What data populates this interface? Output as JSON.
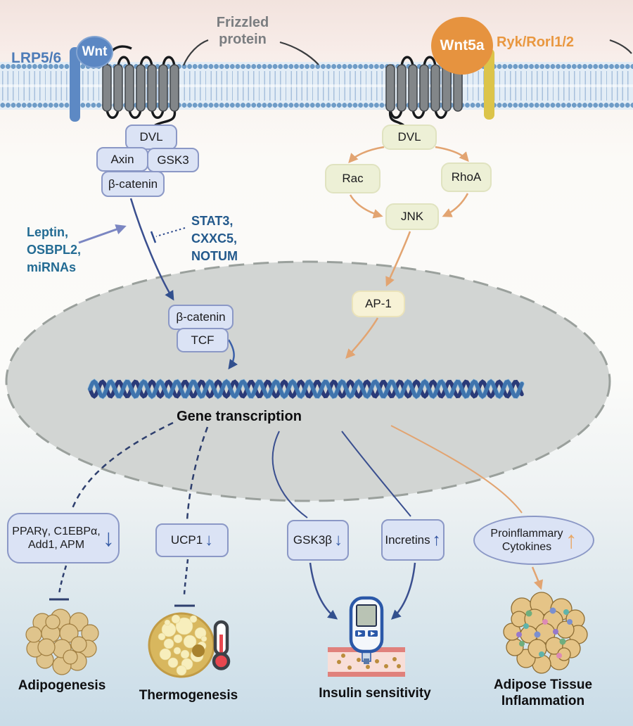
{
  "membrane_labels": {
    "lrp56": "LRP5/6",
    "wnt": "Wnt",
    "frizzled": [
      "Frizzled",
      "protein"
    ],
    "wnt5a": "Wnt5a",
    "ryk": "Ryk/Rorl1/2"
  },
  "canonical_pathway": {
    "dvl": "DVL",
    "axin": "Axin",
    "gsk3": "GSK3",
    "beta_catenin": "β-catenin",
    "activators": [
      "Leptin,",
      "OSBPL2,",
      "miRNAs"
    ],
    "inhibitors": [
      "STAT3,",
      "CXXC5,",
      "NOTUM"
    ]
  },
  "noncanonical_pathway": {
    "dvl": "DVL",
    "rac": "Rac",
    "rhoa": "RhoA",
    "jnk": "JNK",
    "ap1": "AP-1"
  },
  "nucleus": {
    "beta_catenin": "β-catenin",
    "tcf": "TCF",
    "caption": "Gene transcription"
  },
  "outcomes": {
    "adipogenic_genes": {
      "lines": [
        "PPARγ, C1EBPα,",
        "Add1, APM"
      ],
      "direction": "↓"
    },
    "ucp1": {
      "label": "UCP1",
      "direction": "↓"
    },
    "gsk3b": {
      "label": "GSK3β",
      "direction": "↓"
    },
    "incretins": {
      "label": "Incretins",
      "direction": "↑"
    },
    "cytokines": {
      "lines": [
        "Proinflammary",
        "Cytokines"
      ],
      "direction": "↑"
    }
  },
  "processes": {
    "adipogenesis": "Adipogenesis",
    "thermogenesis": "Thermogenesis",
    "insulin_sensitivity": "Insulin sensitivity",
    "inflammation": [
      "Adipose Tissue",
      "Inflammation"
    ]
  },
  "colors": {
    "wnt_blue": "#5b87c3",
    "wnt5a_orange": "#e6933f",
    "ryk_yellow": "#dcc44a",
    "lrp_blue": "#5d89c4",
    "protein_box_fill": "#dbe3f5",
    "protein_box_border": "#8b98c6",
    "kinase_box_fill": "#edf0d6",
    "ap1_fill": "#f7f2d6",
    "navy_arrow": "#32508e",
    "orange_arrow": "#e2a471",
    "slate_arrow": "#7b86c2",
    "regulator_text": "#1e5f8e",
    "nucleus_fill": "#d2d5d3",
    "dna_dark": "#2a3a78",
    "dna_light": "#3f74ad"
  }
}
